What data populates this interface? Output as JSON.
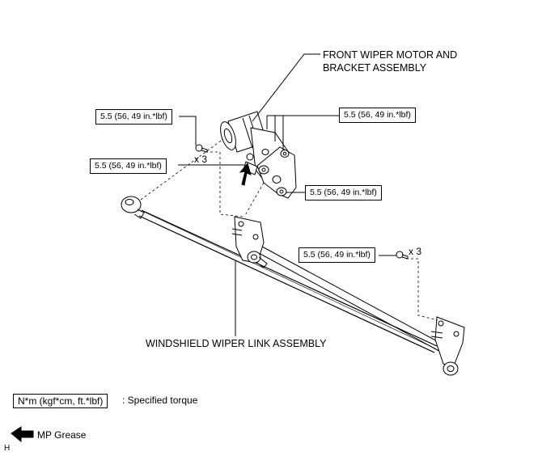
{
  "labels": {
    "motor_line1": "FRONT WIPER MOTOR AND",
    "motor_line2": "BRACKET ASSEMBLY",
    "link": "WINDSHIELD WIPER LINK ASSEMBLY"
  },
  "torques": {
    "upper_left": "5.5 (56, 49 in.*lbf)",
    "middle_left": "5.5 (56, 49 in.*lbf)",
    "upper_right": "5.5 (56, 49 in.*lbf)",
    "lower_right": "5.5 (56, 49 in.*lbf)",
    "far_right": "5.5 (56, 49 in.*lbf)"
  },
  "quantities": {
    "left": "x 3",
    "right": "x 3"
  },
  "legend": {
    "unit_box": "N*m (kgf*cm, ft.*lbf)",
    "unit_text": ": Specified torque",
    "grease_text": "MP Grease"
  },
  "figure_code": "H"
}
